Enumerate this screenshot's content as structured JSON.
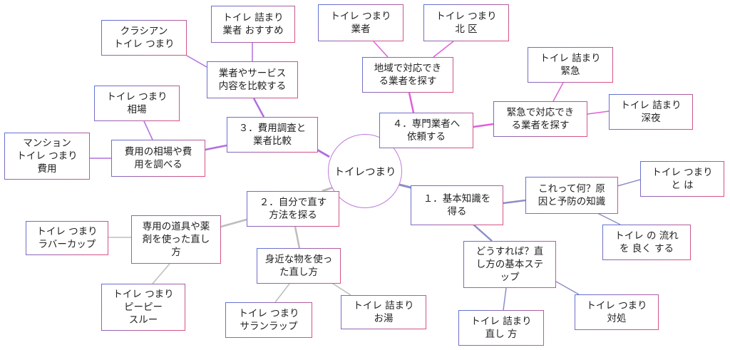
{
  "root": "トイレつまり",
  "branches": {
    "b1": {
      "label": "１．基本知識を\n得る",
      "c1": {
        "label": "これって何？原\n因と予防の知識",
        "l1": "トイレ つまり\nと は",
        "l2": "トイレ の 流れ\nを 良く する"
      },
      "c2": {
        "label": "どうすれば？直\nし方の基本ステ\nップ",
        "l1": "トイレ 詰まり\n直し 方",
        "l2": "トイレ つまり\n対処"
      }
    },
    "b2": {
      "label": "２．自分で直す\n方法を探る",
      "c1": {
        "label": "専用の道具や薬\n剤を使った直し\n方",
        "l1": "トイレ つまり\nラバーカップ",
        "l2": "トイレ つまり\nピーピー\nスルー"
      },
      "c2": {
        "label": "身近な物を使っ\nた直し方",
        "l1": "トイレ つまり\nサランラップ",
        "l2": "トイレ 詰まり\nお湯"
      }
    },
    "b3": {
      "label": "３．費用調査と\n業者比較",
      "c1": {
        "label": "業者やサービス\n内容を比較する",
        "l1": "クラシアン\nトイレ つまり",
        "l2": "トイレ 詰まり\n業者 おすすめ"
      },
      "c2": {
        "label": "費用の相場や費\n用を調べる",
        "l1": "トイレ つまり\n相場",
        "l2": "マンション\nトイレ つまり\n費用"
      }
    },
    "b4": {
      "label": "４．専門業者へ\n依頼する",
      "c1": {
        "label": "地域で対応でき\nる業者を探す",
        "l1": "トイレ つまり\n業者",
        "l2": "トイレ つまり\n北 区"
      },
      "c2": {
        "label": "緊急で対応でき\nる業者を探す",
        "l1": "トイレ 詰まり\n緊急",
        "l2": "トイレ 詰まり\n深夜"
      }
    }
  },
  "colors": {
    "b1": "#8c8fc6",
    "b2": "#bdbdbd",
    "b3": "#b070e0",
    "b4": "#e060d8"
  }
}
